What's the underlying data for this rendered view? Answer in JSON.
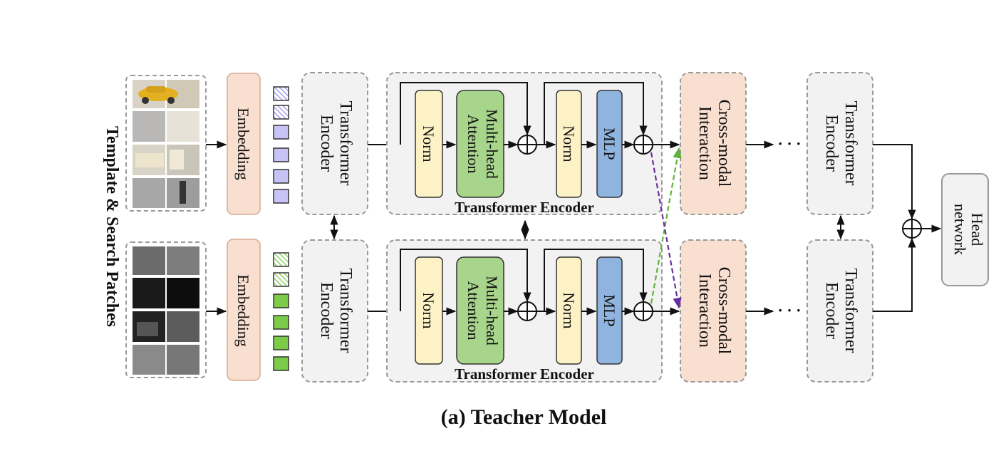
{
  "side_label": "Template & Search Patches",
  "embedding": {
    "label": "Embedding"
  },
  "transformer_encoder": {
    "line1": "Transformer",
    "line2": "Encoder"
  },
  "encoder_block": {
    "title": "Transformer Encoder",
    "norm": "Norm",
    "mhsa_line1": "Multi-head",
    "mhsa_line2": "Attention",
    "mlp": "MLP"
  },
  "cross_modal": {
    "line1": "Cross-modal",
    "line2": "Interaction"
  },
  "ellipsis": "· · ·",
  "head": {
    "line1": "Head",
    "line2": "network"
  },
  "caption": "(a) Teacher Model",
  "colors": {
    "embedding_fill": "#f9dfd0",
    "cross_modal_fill": "#f9dfd0",
    "encoder_fill": "#f2f2f2",
    "norm_fill": "#fdf2c6",
    "mhsa_fill": "#a8d58c",
    "mlp_fill": "#8fb4e0",
    "rgb_token": "#c7c3f5",
    "tir_token": "#7ccb49",
    "cross_arrow_green": "#5fb33a",
    "cross_arrow_purple": "#6a2f9e",
    "dashed_border": "#999999"
  }
}
